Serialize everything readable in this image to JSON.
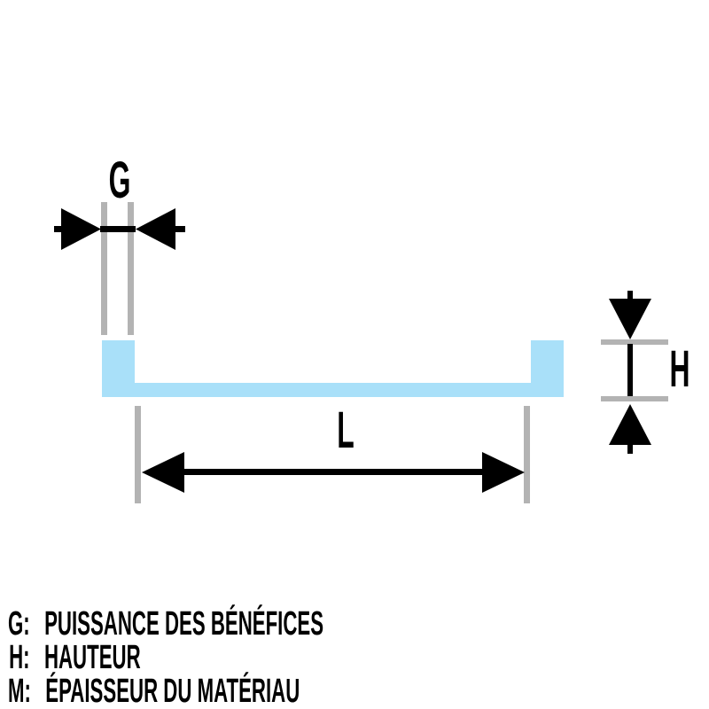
{
  "diagram": {
    "type": "dimension-drawing",
    "subject": "u-channel-profile-cross-section",
    "labels": {
      "gap": "G",
      "length": "L",
      "height": "H"
    },
    "colors": {
      "profile_fill": "#A9E0F9",
      "extension_line": "#B3B3B3",
      "dimension_color": "#000000",
      "background": "#FFFFFF"
    },
    "legend": [
      {
        "key": "G:",
        "description": "PUISSANCE DES BÉNÉFICES"
      },
      {
        "key": "H:",
        "description": "HAUTEUR"
      },
      {
        "key": "M:",
        "description": "ÉPAISSEUR DU MATÉRIAU"
      }
    ]
  }
}
